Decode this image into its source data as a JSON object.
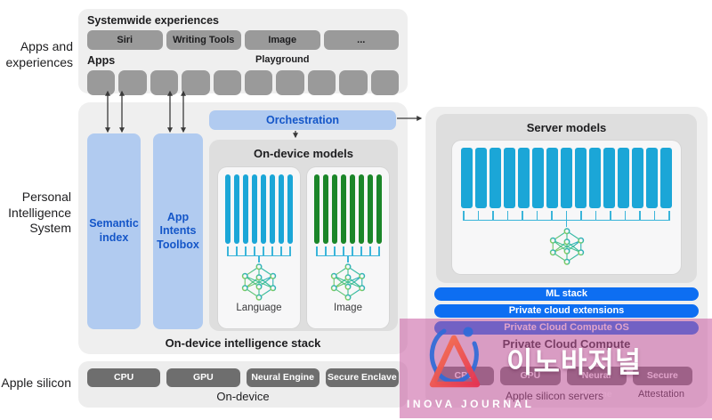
{
  "sections": {
    "apps_experiences_label": "Apps and experiences",
    "personal_intelligence_label": "Personal Intelligence System",
    "apple_silicon_label": "Apple silicon"
  },
  "systemwide": {
    "title": "Systemwide experiences",
    "buttons": [
      "Siri",
      "Writing Tools",
      "Image Playground",
      "..."
    ]
  },
  "apps": {
    "title": "Apps",
    "square_count": 10
  },
  "personal_intelligence": {
    "orchestration_label": "Orchestration",
    "semantic_index_label": "Semantic index",
    "app_intents_label": "App Intents Toolbox",
    "on_device_models": {
      "title": "On-device models",
      "models": [
        {
          "label": "Language",
          "bar_count": 8,
          "bar_color": "#1ba6d7"
        },
        {
          "label": "Image",
          "bar_count": 8,
          "bar_color": "#1b8629"
        }
      ]
    },
    "caption": "On-device intelligence stack"
  },
  "on_device_hardware": {
    "chips": [
      "CPU",
      "GPU",
      "Neural Engine",
      "Secure Enclave"
    ],
    "caption": "On-device"
  },
  "server_side": {
    "models_title": "Server models",
    "bar_count": 15,
    "bar_color": "#1ba6d7",
    "stack_layers": [
      "ML stack",
      "Private cloud extensions",
      "Private Cloud Compute OS"
    ],
    "caption": "Private Cloud Compute",
    "chips": [
      "CPU",
      "GPU",
      "Neural Engine",
      "Secure Enclave"
    ],
    "chips_caption": "Apple silicon servers",
    "attestation_label": "Attestation"
  },
  "watermark": {
    "korean_text": "이노바저널",
    "latin_text": "INOVA JOURNAL",
    "overlay_color": "#c6589e"
  },
  "colors": {
    "panel_light_gray": "#efefef",
    "panel_mid_gray": "#dedede",
    "card_white": "#f7f7f8",
    "button_gray": "#9a9a9a",
    "chip_dark_gray": "#6e6e6e",
    "accent_blue_fill": "#b1cbf0",
    "accent_blue_text": "#1456c8",
    "stack_bar_blue": "#0d6ef2",
    "bar_cyan": "#1ba6d7",
    "bar_green": "#1b8629",
    "comb_cyan": "#3ab5da"
  }
}
